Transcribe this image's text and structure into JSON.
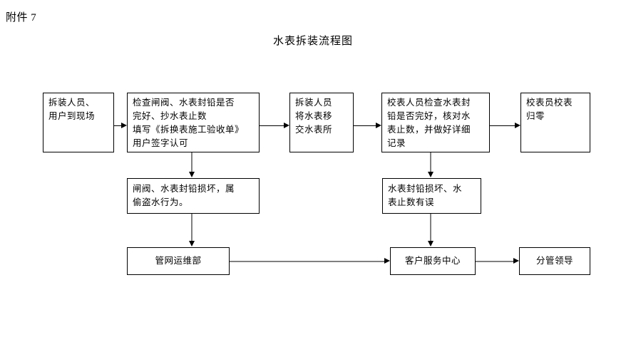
{
  "document": {
    "attachment_label": "附件 7",
    "title": "水表拆装流程图"
  },
  "flow": {
    "nodes": [
      {
        "id": "node-dismantle-staff-arrive",
        "label": "拆装人员、\n用户到现场"
      },
      {
        "id": "node-inspect-valve-seal",
        "label": "检查闸阀、水表封铅是否\n完好、抄水表止数\n填写《拆换表施工验收单》\n用户签字认可"
      },
      {
        "id": "node-transfer-meter",
        "label": "拆装人员\n将水表移\n交水表所"
      },
      {
        "id": "node-verify-staff-check",
        "label": "校表人员检查水表封\n铅是否完好，核对水\n表止数，并做好详细\n记录"
      },
      {
        "id": "node-meter-reset",
        "label": "校表员校表\n归零"
      },
      {
        "id": "node-valve-seal-damaged",
        "label": "闸阀、水表封铅损坏，属\n偷盗水行为。"
      },
      {
        "id": "node-seal-damaged-reading-error",
        "label": "水表封铅损坏、水\n表止数有误"
      },
      {
        "id": "node-pipe-network-dept",
        "label": "管网运维部"
      },
      {
        "id": "node-customer-service-center",
        "label": "客户服务中心"
      },
      {
        "id": "node-supervising-leader",
        "label": "分管领导"
      }
    ],
    "connectors": [
      {
        "id": "arrow-staff-to-inspect",
        "from": "node-dismantle-staff-arrive",
        "to": "node-inspect-valve-seal",
        "direction": "right",
        "color": "#000000"
      },
      {
        "id": "arrow-inspect-to-transfer",
        "from": "node-inspect-valve-seal",
        "to": "node-transfer-meter",
        "direction": "right",
        "color": "#000000"
      },
      {
        "id": "arrow-transfer-to-verify",
        "from": "node-transfer-meter",
        "to": "node-verify-staff-check",
        "direction": "right",
        "color": "#000000"
      },
      {
        "id": "arrow-verify-to-reset",
        "from": "node-verify-staff-check",
        "to": "node-meter-reset",
        "direction": "right",
        "color": "#000000"
      },
      {
        "id": "arrow-inspect-to-damaged",
        "from": "node-inspect-valve-seal",
        "to": "node-valve-seal-damaged",
        "direction": "down",
        "color": "#808080"
      },
      {
        "id": "arrow-damaged-to-pipe-dept",
        "from": "node-valve-seal-damaged",
        "to": "node-pipe-network-dept",
        "direction": "down",
        "color": "#808080"
      },
      {
        "id": "arrow-verify-to-reading-error",
        "from": "node-verify-staff-check",
        "to": "node-seal-damaged-reading-error",
        "direction": "down",
        "color": "#808080"
      },
      {
        "id": "arrow-reading-error-to-service",
        "from": "node-seal-damaged-reading-error",
        "to": "node-customer-service-center",
        "direction": "down",
        "color": "#808080"
      },
      {
        "id": "arrow-pipe-dept-to-service",
        "from": "node-pipe-network-dept",
        "to": "node-customer-service-center",
        "direction": "right",
        "color": "#808080"
      },
      {
        "id": "arrow-service-to-leader",
        "from": "node-customer-service-center",
        "to": "node-supervising-leader",
        "direction": "right",
        "color": "#808080"
      }
    ]
  }
}
